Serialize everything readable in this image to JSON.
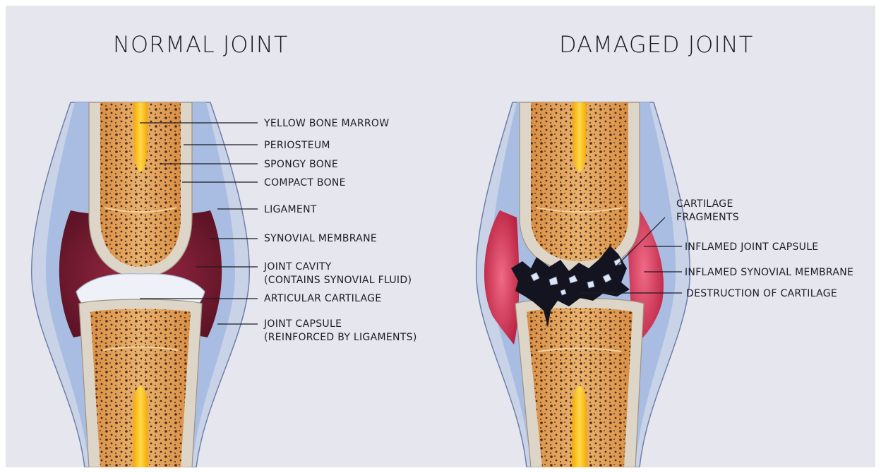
{
  "normal": {
    "title": "NORMAL JOINT",
    "labels": {
      "yellow_bone_marrow": "YELLOW BONE MARROW",
      "periosteum": "PERIOSTEUM",
      "spongy_bone": "SPONGY BONE",
      "compact_bone": "COMPACT BONE",
      "ligament": "LIGAMENT",
      "synovial_membrane": "SYNOVIAL MEMBRANE",
      "joint_cavity_1": "JOINT CAVITY",
      "joint_cavity_2": "(CONTAINS SYNOVIAL FLUID)",
      "articular_cartilage": "ARTICULAR CARTILAGE",
      "joint_capsule_1": "JOINT CAPSULE",
      "joint_capsule_2": "(REINFORCED BY LIGAMENTS)"
    }
  },
  "damaged": {
    "title": "DAMAGED JOINT",
    "labels": {
      "cartilage_fragments_1": "CARTILAGE",
      "cartilage_fragments_2": "FRAGMENTS",
      "inflamed_joint_capsule": "INFLAMED JOINT CAPSULE",
      "inflamed_synovial_membrane": "INFLAMED SYNOVIAL MEMBRANE",
      "destruction_of_cartilage": "DESTRUCTION OF CARTILAGE"
    }
  },
  "colors": {
    "background": "#e6e6ef",
    "capsule_outer": "#c7d1e6",
    "capsule_inner": "#a8bde0",
    "bone_cortex": "#ddd6c8",
    "spongy_bone": "#e3a661",
    "marrow": "#ffc52a",
    "cartilage": "#eef1f8",
    "synovial": "#7a1f34",
    "inflamed": "#d8405f",
    "debris": "#141420",
    "pores": "#3a1f10"
  }
}
